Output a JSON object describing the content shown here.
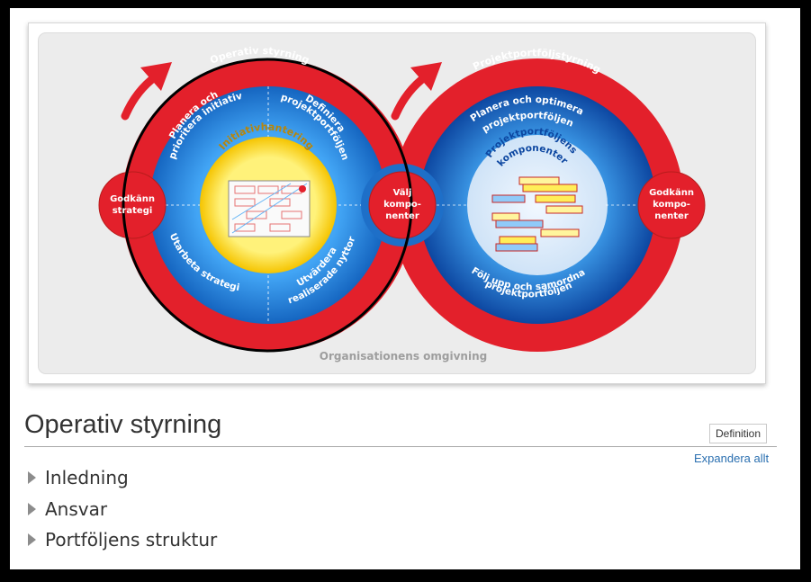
{
  "diagram": {
    "left_ring_title": "Operativ styrning",
    "right_ring_title": "Projektportföljstyrning",
    "left_node": [
      "Godkänn",
      "strategi"
    ],
    "middle_node": [
      "Välj",
      "kompo-",
      "nenter"
    ],
    "right_node": [
      "Godkänn",
      "kompo-",
      "nenter"
    ],
    "left_quadrants": {
      "top_left": [
        "Planera och",
        "prioritera initiativ"
      ],
      "top_right": [
        "Definiera",
        "projektportföljen"
      ],
      "bottom_left": [
        "Utarbeta strategi"
      ],
      "bottom_right": [
        "Utvärdera",
        "realiserade nyttor"
      ]
    },
    "left_center_title": "Initiativhantering",
    "right_top_text": [
      "Planera och optimera",
      "projektportföljen"
    ],
    "right_bottom_text": [
      "Följ upp och samordna",
      "projektportföljen"
    ],
    "right_center_title": [
      "Projektportföljens",
      "komponenter"
    ],
    "footer_caption": "Organisationens omgivning",
    "colors": {
      "red": "#e3202b",
      "blue_outer": "#1565c0",
      "blue_inner": "#42a5f5",
      "yellow": "#ffe14a",
      "frame_bg": "#ececec"
    }
  },
  "heading": {
    "title": "Operativ styrning",
    "definition_button": "Definition",
    "expand_all": "Expandera allt"
  },
  "sections": [
    {
      "label": "Inledning",
      "icon": "caret-right-icon"
    },
    {
      "label": "Ansvar",
      "icon": "caret-right-icon"
    },
    {
      "label": "Portföljens struktur",
      "icon": "caret-right-icon"
    }
  ]
}
